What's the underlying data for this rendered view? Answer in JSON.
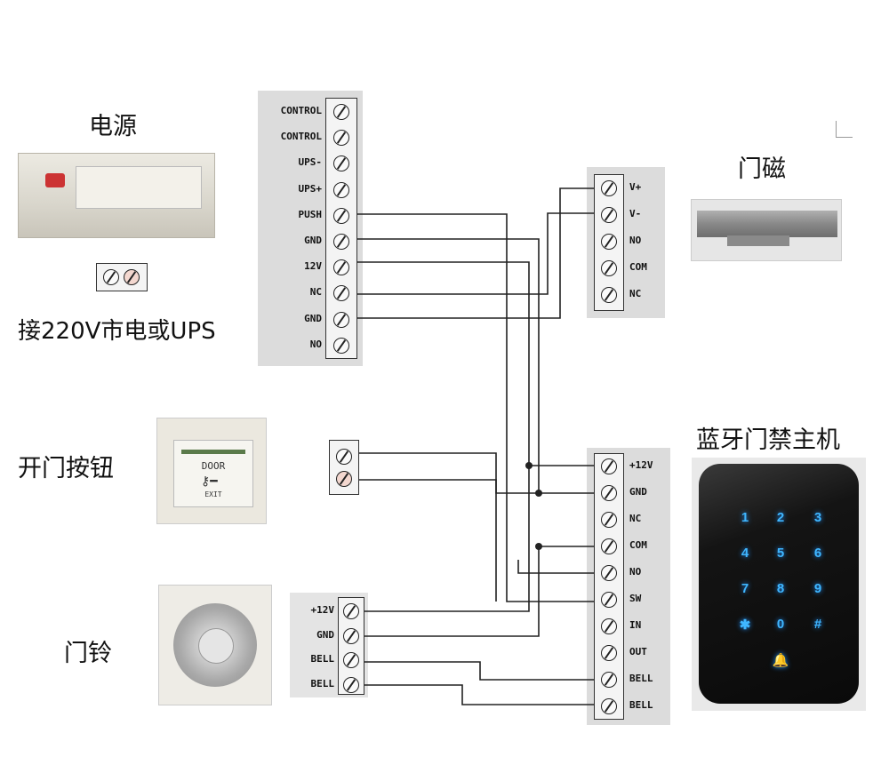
{
  "titles": {
    "power": "电源",
    "power_note": "接220V市电或UPS",
    "door_sensor": "门磁",
    "exit_button": "开门按钮",
    "doorbell": "门铃",
    "controller": "蓝牙门禁主机"
  },
  "power_terminals": [
    "CONTROL",
    "CONTROL",
    "UPS-",
    "UPS+",
    "PUSH",
    "GND",
    "12V",
    "NC",
    "GND",
    "NO"
  ],
  "lock_terminals": [
    "V+",
    "V-",
    "NO",
    "COM",
    "NC"
  ],
  "controller_terminals": [
    "+12V",
    "GND",
    "NC",
    "COM",
    "NO",
    "SW",
    "IN",
    "OUT",
    "BELL",
    "BELL"
  ],
  "bell_terminals": [
    "+12V",
    "GND",
    "BELL",
    "BELL"
  ],
  "exit_button_face": {
    "line1": "DOOR",
    "line2": "EXIT"
  },
  "keypad": {
    "keys": [
      "1",
      "2",
      "3",
      "4",
      "5",
      "6",
      "7",
      "8",
      "9",
      "✱",
      "0",
      "#"
    ],
    "bell_symbol": "🔔",
    "glow_color": "#3fb6ff"
  },
  "colors": {
    "wire": "#222222",
    "panel": "#dcdcdc",
    "keypad_body": "#111111"
  }
}
